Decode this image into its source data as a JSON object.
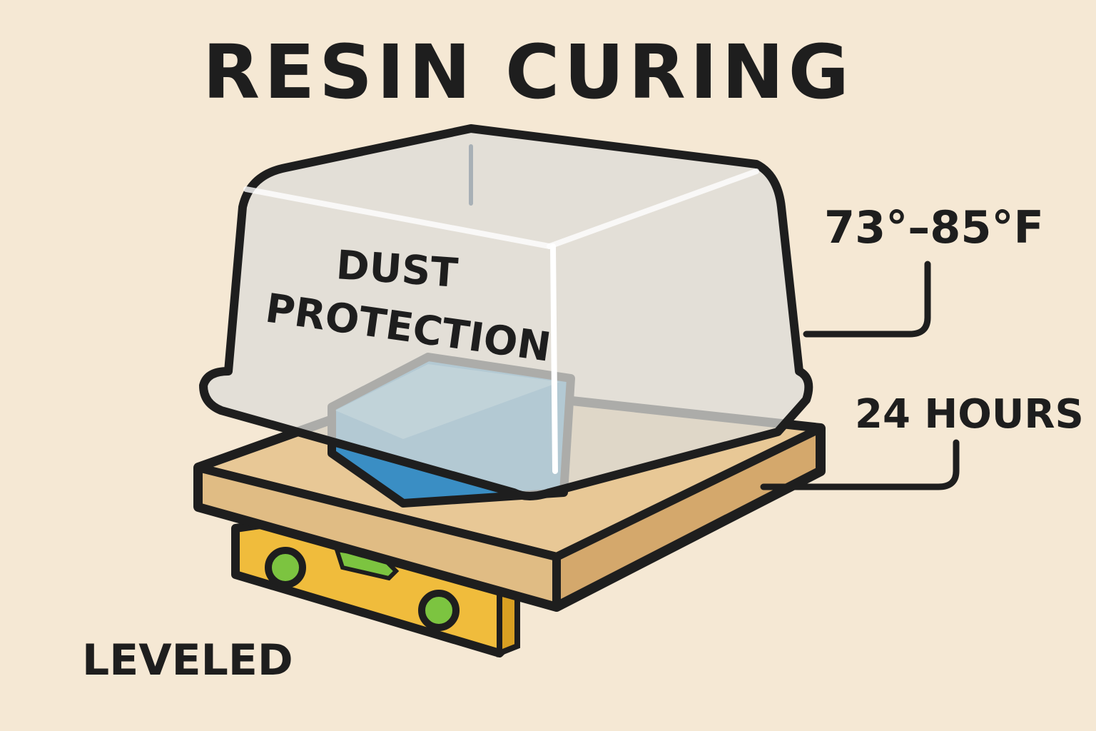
{
  "title": "RESIN CURING",
  "labels": {
    "dust": [
      "DUST",
      "PROTECTION"
    ],
    "temperature": "73°–85°F",
    "time": "24 HOURS",
    "leveled": "LEVELED"
  },
  "colors": {
    "background": "#f5e8d4",
    "outline": "#1e1e1e",
    "cover": "#dcdcd8",
    "resin": "#3a8ec4",
    "resin_light": "#7ec0e0",
    "board_top": "#e8c896",
    "board_side": "#d4a86c",
    "level": "#f0bc3c",
    "bubble": "#7cc440"
  }
}
